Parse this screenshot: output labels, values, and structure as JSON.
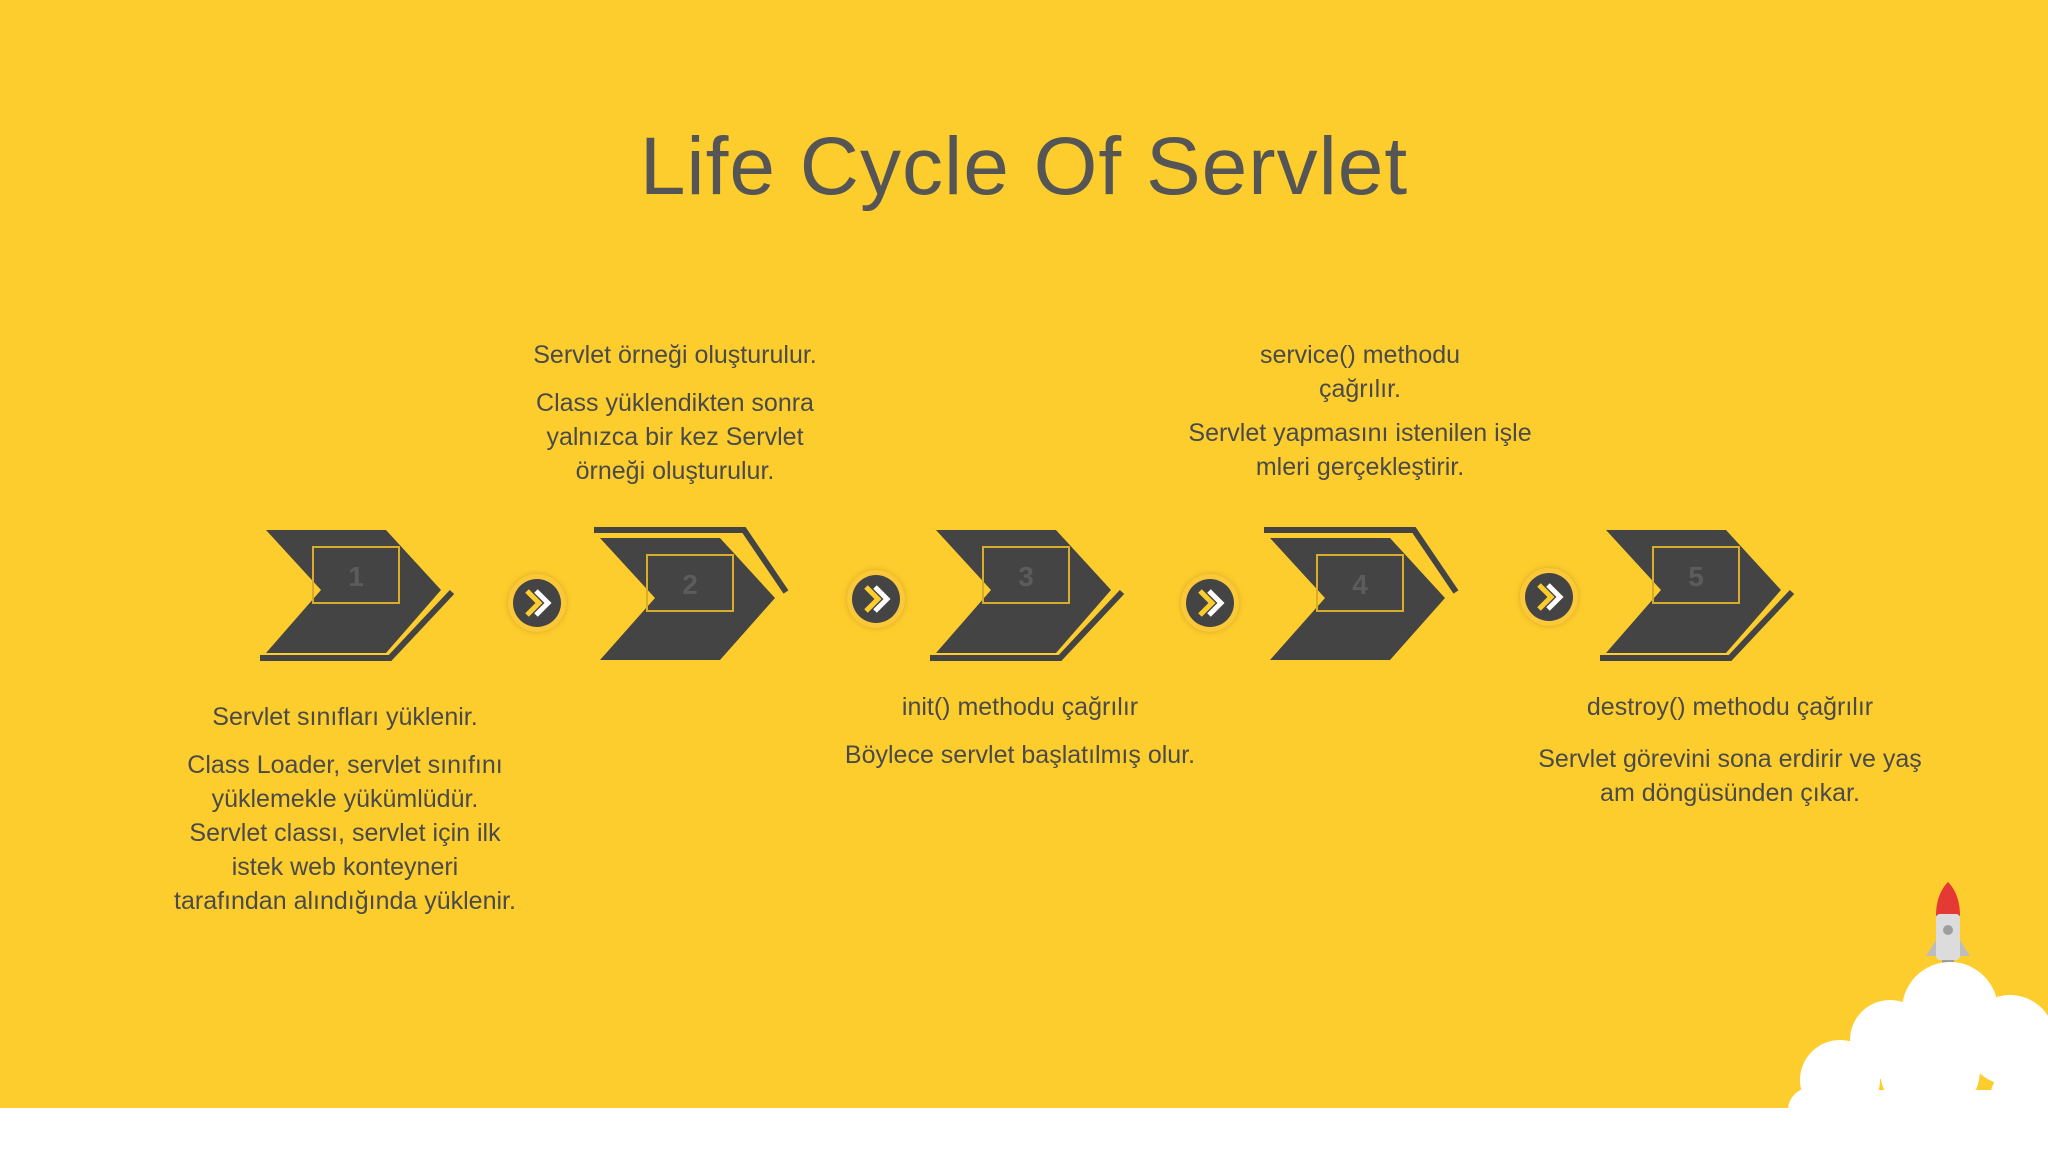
{
  "title": "Life Cycle Of Servlet",
  "steps": [
    {
      "number": "1",
      "heading": "Servlet sınıfları yüklenir.",
      "body": "Class Loader, servlet sınıfını\nyüklemekle yükümlüdür.\nServlet classı, servlet için ilk\nistek web konteyneri\ntarafından alındığında yüklenir."
    },
    {
      "number": "2",
      "heading": "Servlet örneği oluşturulur.",
      "body": "Class yüklendikten sonra\nyalnızca bir kez Servlet\nörneği oluşturulur."
    },
    {
      "number": "3",
      "heading": "init() methodu çağrılır",
      "body": "Böylece servlet başlatılmış olur."
    },
    {
      "number": "4",
      "heading": "service() methodu\nçağrılır.",
      "body": "Servlet yapmasını istenilen işle\nmleri gerçekleştirir."
    },
    {
      "number": "5",
      "heading": "destroy() methodu çağrılır",
      "body": "Servlet görevini sona erdirir ve yaş\nam döngüsünden çıkar."
    }
  ],
  "connectors": [
    "chevron-right-icon",
    "chevron-right-icon",
    "chevron-right-icon",
    "chevron-right-icon"
  ],
  "colors": {
    "background": "#fdcd2d",
    "chevron": "#444444",
    "accent": "#fbc83a",
    "text": "#4a4a4a"
  }
}
